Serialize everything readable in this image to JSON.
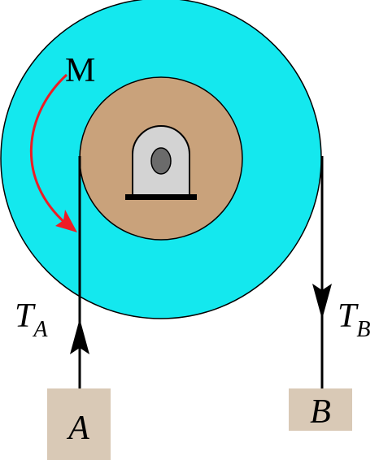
{
  "diagram": {
    "moment_label": "M",
    "tension_a": {
      "symbol": "T",
      "subscript": "A"
    },
    "tension_b": {
      "symbol": "T",
      "subscript": "B"
    },
    "block_a_label": "A",
    "block_b_label": "B"
  },
  "colors": {
    "outer_disk": "#14E8EE",
    "inner_disk": "#C9A27B",
    "bearing": "#D3D3D3",
    "axle": "#6B6B6B",
    "block": "#D9C9B6",
    "moment_arrow": "#EE1C24",
    "line": "#000000"
  }
}
